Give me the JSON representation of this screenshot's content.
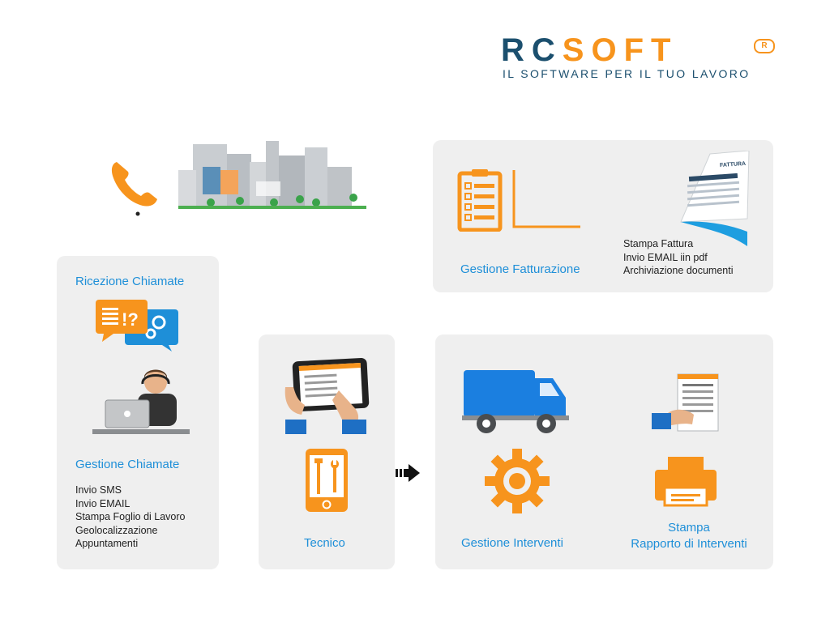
{
  "logo": {
    "brand_left": "RC",
    "brand_right": "SOFT",
    "registered": "R",
    "tagline": "IL SOFTWARE PER IL TUO LAVORO"
  },
  "calls_panel": {
    "title_top": "Ricezione Chiamate",
    "title_mid": "Gestione Chiamate",
    "items": [
      "Invio SMS",
      "Invio EMAIL",
      "Stampa Foglio di Lavoro",
      "Geolocalizzazione",
      "Appuntamenti"
    ],
    "bubble_text": "!?"
  },
  "technician_panel": {
    "label": "Tecnico"
  },
  "interventions_panel": {
    "left_label": "Gestione Interventi",
    "right_label_line1": "Stampa",
    "right_label_line2": "Rapporto di Interventi"
  },
  "invoicing_panel": {
    "label": "Gestione Fatturazione",
    "items": [
      "Stampa Fattura",
      "Invio EMAIL iin pdf",
      "Archiviazione documenti"
    ],
    "invoice_word": "FATTURA"
  },
  "colors": {
    "accent_orange": "#f7941d",
    "accent_blue": "#1e8fd8",
    "brand_navy": "#1b4f6e",
    "panel_bg": "#efefef",
    "van_blue": "#1b7fe0"
  }
}
